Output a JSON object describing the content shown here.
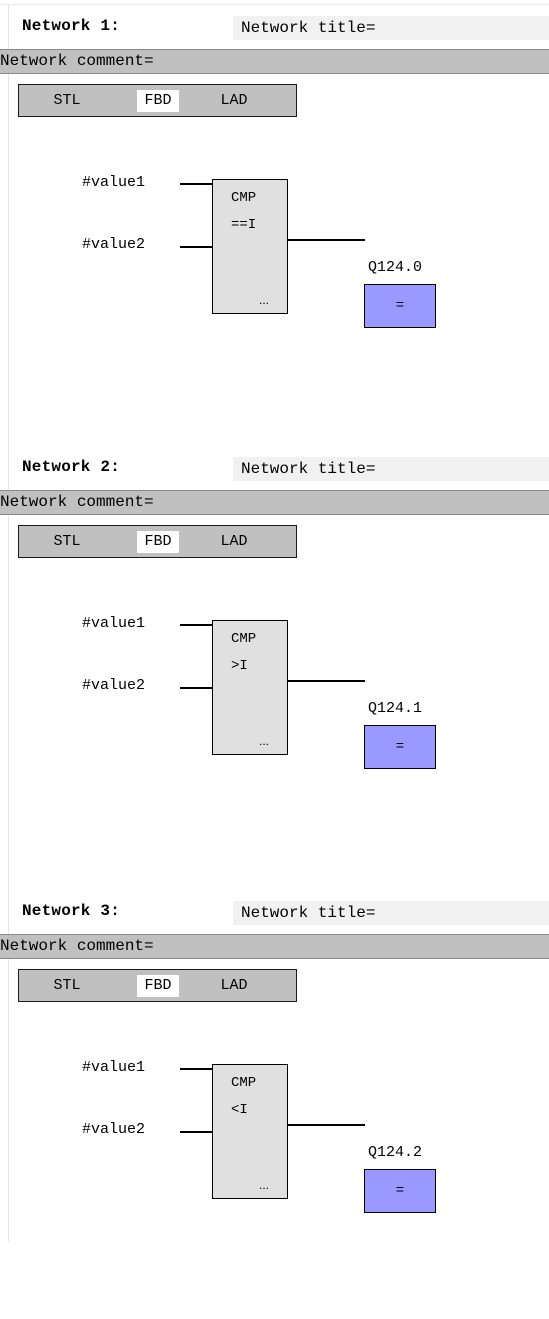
{
  "networks": [
    {
      "label": "Network 1:",
      "title": "Network title=",
      "comment": "Network comment=",
      "tabs": [
        "STL",
        "FBD",
        "LAD"
      ],
      "active_tab": "FBD",
      "inputs": [
        "#value1",
        "#value2"
      ],
      "block": {
        "name": "CMP",
        "operator": "==I",
        "dots": "..."
      },
      "output": {
        "address": "Q124.0",
        "coil": "="
      }
    },
    {
      "label": "Network 2:",
      "title": "Network title=",
      "comment": "Network comment=",
      "tabs": [
        "STL",
        "FBD",
        "LAD"
      ],
      "active_tab": "FBD",
      "inputs": [
        "#value1",
        "#value2"
      ],
      "block": {
        "name": "CMP",
        "operator": ">I",
        "dots": "..."
      },
      "output": {
        "address": "Q124.1",
        "coil": "="
      }
    },
    {
      "label": "Network 3:",
      "title": "Network title=",
      "comment": "Network comment=",
      "tabs": [
        "STL",
        "FBD",
        "LAD"
      ],
      "active_tab": "FBD",
      "inputs": [
        "#value1",
        "#value2"
      ],
      "block": {
        "name": "CMP",
        "operator": "<I",
        "dots": "..."
      },
      "output": {
        "address": "Q124.2",
        "coil": "="
      }
    }
  ],
  "colors": {
    "comment_bar": "#c0c0c0",
    "title_field": "#f1f1f1",
    "block_fill": "#e0e0e0",
    "coil_fill": "#9999ff",
    "active_tab": "#ffffff"
  }
}
